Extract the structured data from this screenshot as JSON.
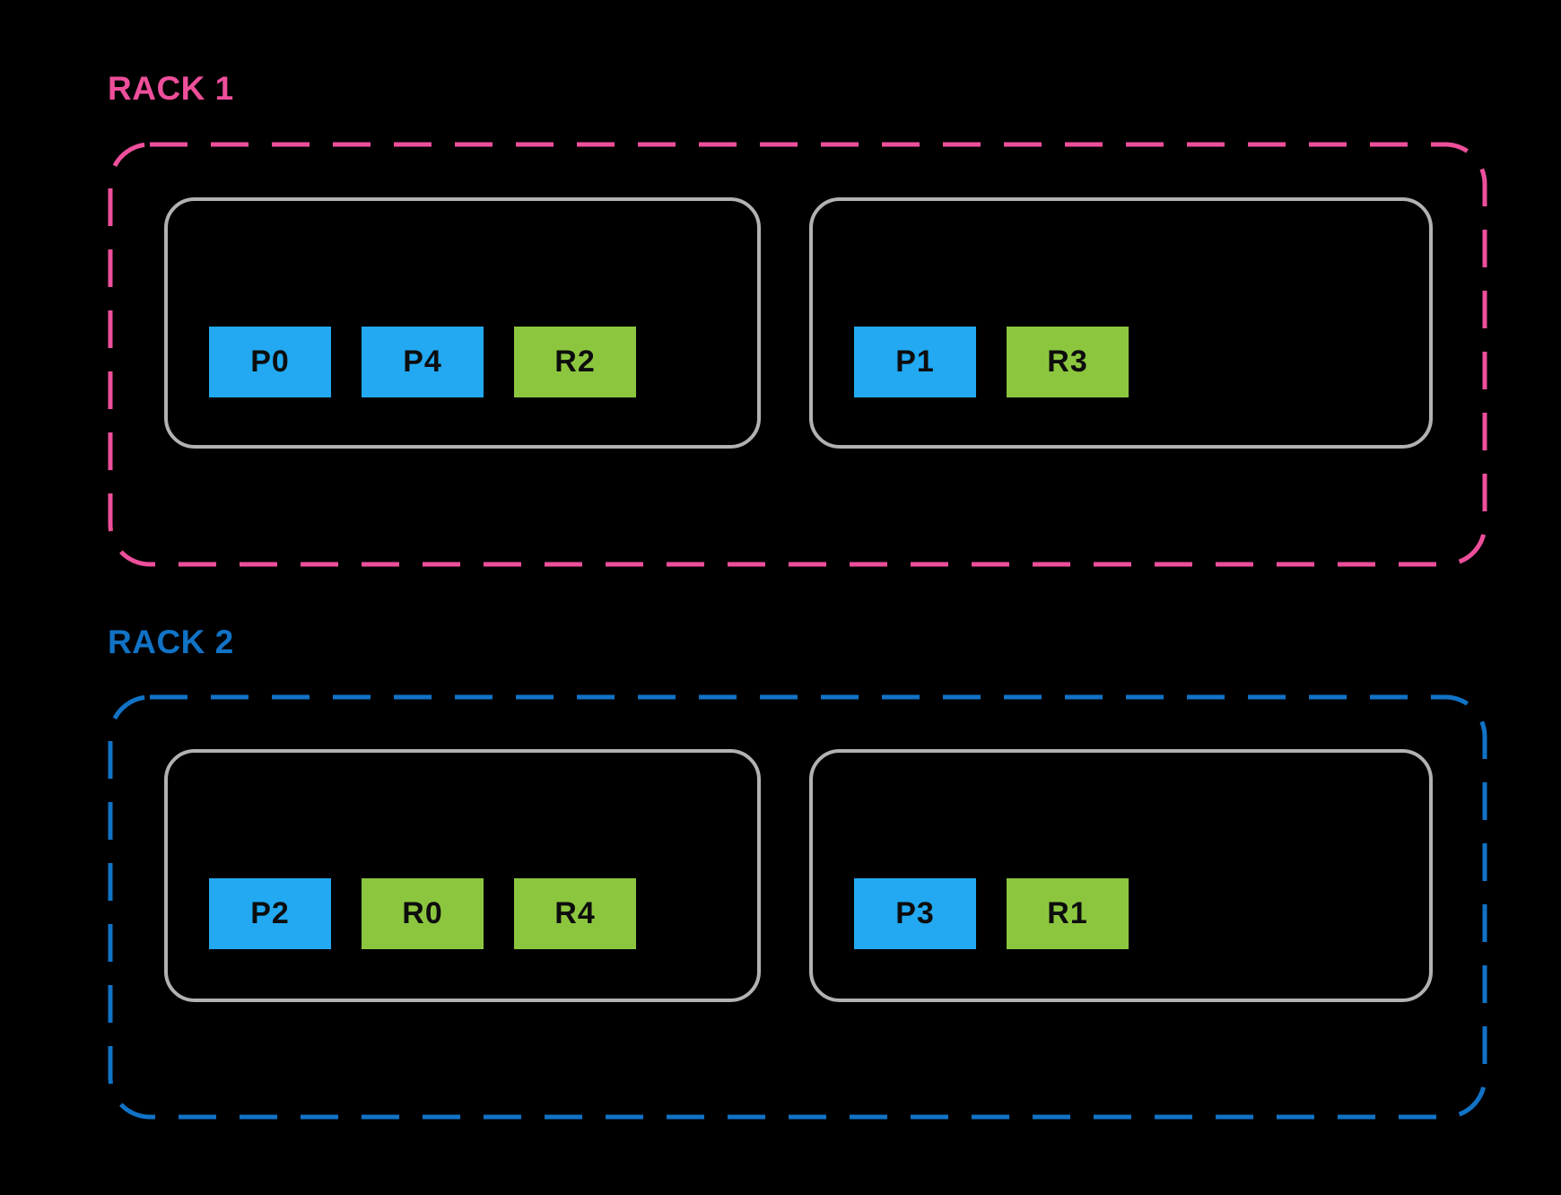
{
  "racks": [
    {
      "label": "RACK 1",
      "color": "#ee4f9b",
      "nodes": [
        {
          "blocks": [
            {
              "label": "P0",
              "kind": "primary"
            },
            {
              "label": "P4",
              "kind": "primary"
            },
            {
              "label": "R2",
              "kind": "replica"
            }
          ]
        },
        {
          "blocks": [
            {
              "label": "P1",
              "kind": "primary"
            },
            {
              "label": "R3",
              "kind": "replica"
            }
          ]
        }
      ]
    },
    {
      "label": "RACK 2",
      "color": "#1173c6",
      "nodes": [
        {
          "blocks": [
            {
              "label": "P2",
              "kind": "primary"
            },
            {
              "label": "R0",
              "kind": "replica"
            },
            {
              "label": "R4",
              "kind": "replica"
            }
          ]
        },
        {
          "blocks": [
            {
              "label": "P3",
              "kind": "primary"
            },
            {
              "label": "R1",
              "kind": "replica"
            }
          ]
        }
      ]
    }
  ],
  "colors": {
    "background": "#000000",
    "primary_block": "#22a9f1",
    "replica_block": "#8cc63f",
    "node_border": "#b2b2b2",
    "rack1_accent": "#ee4f9b",
    "rack2_accent": "#1173c6",
    "block_text": "#0d0d0d"
  }
}
